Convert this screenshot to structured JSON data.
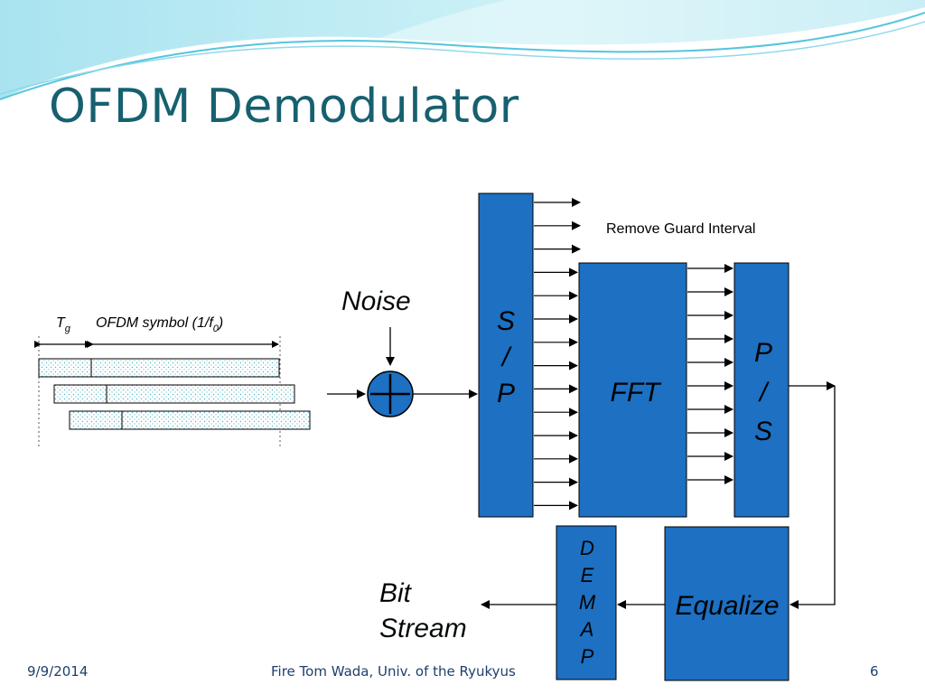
{
  "slide": {
    "title": "OFDM Demodulator",
    "footer_date": "9/9/2014",
    "footer_center": "Fire Tom Wada, Univ. of the Ryukyus",
    "page_number": "6"
  },
  "diagram": {
    "noise_label": "Noise",
    "tg_label": "T",
    "tg_sub": "g",
    "symbol_label_pre": "OFDM symbol (1/f",
    "symbol_label_sub": "0",
    "symbol_label_post": ")",
    "sp_block": [
      "S",
      "/",
      "P"
    ],
    "fft_block": "FFT",
    "ps_block": [
      "P",
      "/",
      "S"
    ],
    "guard_label": "Remove Guard Interval",
    "equalize_block": "Equalize",
    "demap_block": [
      "D",
      "E",
      "M",
      "A",
      "P"
    ],
    "bitstream_label": [
      "Bit",
      "Stream"
    ]
  },
  "colors": {
    "block_fill": "#1d70c2",
    "title": "#17606f",
    "footer": "#1f3f6e",
    "header_wave_light": "#bfeaf3",
    "header_wave_dark": "#55c5dd"
  }
}
